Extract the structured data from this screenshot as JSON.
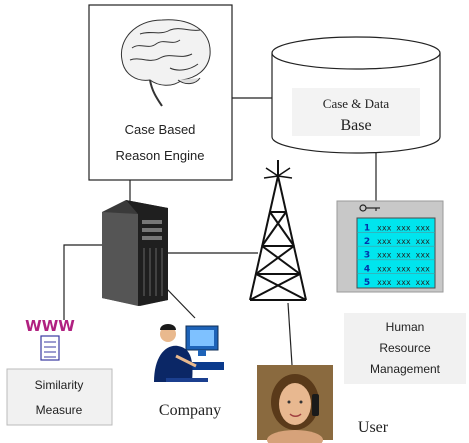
{
  "engine": {
    "line1": "Case Based",
    "line2": "Reason Engine"
  },
  "database": {
    "line1": "Case & Data",
    "line2": "Base"
  },
  "table_rows": [
    {
      "num": "1",
      "cells": "xxx xxx xxx"
    },
    {
      "num": "2",
      "cells": "xxx xxx xxx"
    },
    {
      "num": "3",
      "cells": "xxx xxx xxx"
    },
    {
      "num": "4",
      "cells": "xxx xxx xxx"
    },
    {
      "num": "5",
      "cells": "xxx xxx xxx"
    }
  ],
  "hrm": {
    "line1": "Human",
    "line2": "Resource",
    "line3": "Management"
  },
  "similarity": {
    "line1": "Similarity",
    "line2": "Measure"
  },
  "company_label": "Company",
  "user_label": "User",
  "colors": {
    "table_bg": "#00e5ee",
    "panel_bg": "#c8c8c8",
    "hrm_bg": "#f1f1f1",
    "www": "#b02080"
  }
}
